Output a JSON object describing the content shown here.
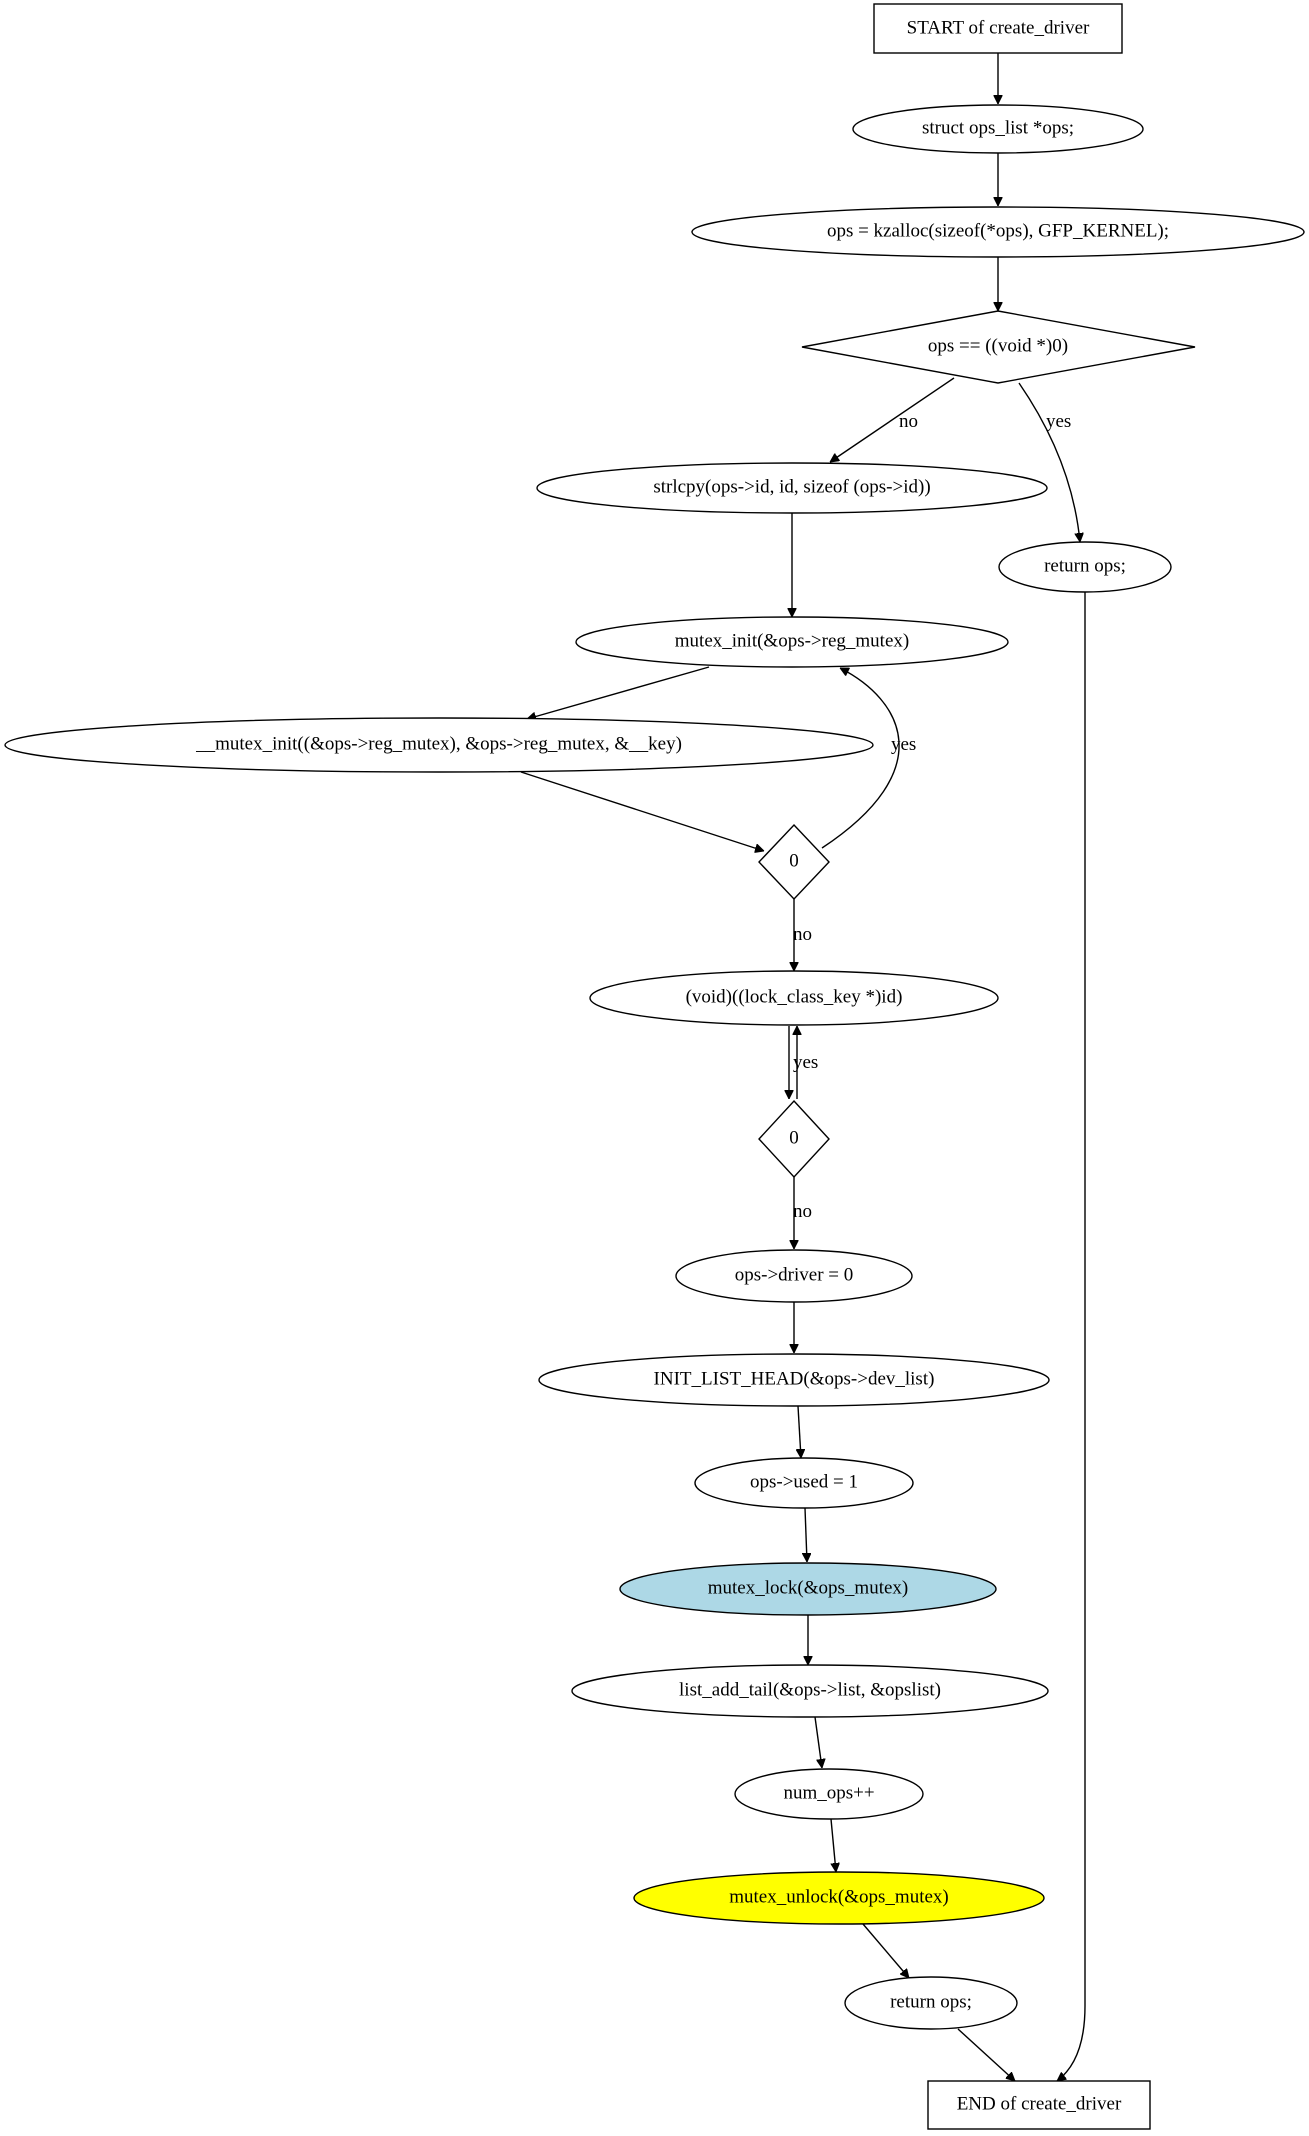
{
  "nodes": {
    "start": {
      "label": "START of create_driver"
    },
    "decl": {
      "label": "struct ops_list *ops;"
    },
    "kzalloc": {
      "label": "ops = kzalloc(sizeof(*ops), GFP_KERNEL);"
    },
    "cond_null": {
      "label": "ops == ((void *)0)"
    },
    "strlcpy": {
      "label": "strlcpy(ops->id, id, sizeof (ops->id))"
    },
    "ret_early": {
      "label": "return ops;"
    },
    "mutex_init": {
      "label": "mutex_init(&ops->reg_mutex)"
    },
    "mutex_init2": {
      "label": "__mutex_init((&ops->reg_mutex), &ops->reg_mutex, &__key)"
    },
    "cond0a": {
      "label": "0"
    },
    "void_cast": {
      "label": "(void)((lock_class_key *)id)"
    },
    "cond0b": {
      "label": "0"
    },
    "driver": {
      "label": "ops->driver = 0"
    },
    "init_list": {
      "label": "INIT_LIST_HEAD(&ops->dev_list)"
    },
    "used": {
      "label": "ops->used = 1"
    },
    "lock": {
      "label": "mutex_lock(&ops_mutex)",
      "fill": "#add8e6"
    },
    "add_tail": {
      "label": "list_add_tail(&ops->list, &opslist)"
    },
    "num_ops": {
      "label": "num_ops++"
    },
    "unlock": {
      "label": "mutex_unlock(&ops_mutex)",
      "fill": "#ffff00"
    },
    "ret_final": {
      "label": "return ops;"
    },
    "end": {
      "label": "END of create_driver"
    }
  },
  "edge_labels": {
    "null_no": "no",
    "null_yes": "yes",
    "c0a_yes": "yes",
    "c0a_no": "no",
    "c0b_yes": "yes",
    "c0b_no": "no"
  }
}
